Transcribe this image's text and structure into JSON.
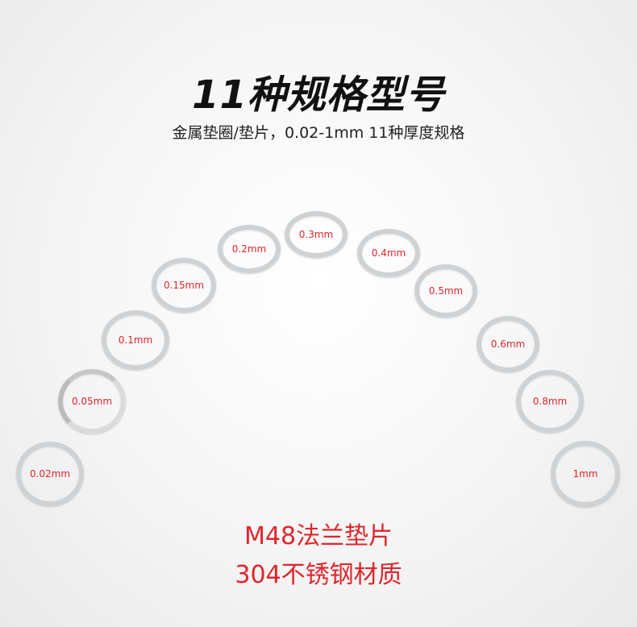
{
  "title": "11种规格型号",
  "subtitle": "金属垫圈/垫片，0.02-1mm 11种厚度规格",
  "washers": [
    {
      "label": "0.02mm"
    },
    {
      "label": "0.05mm"
    },
    {
      "label": "0.1mm"
    },
    {
      "label": "0.15mm"
    },
    {
      "label": "0.2mm"
    },
    {
      "label": "0.3mm"
    },
    {
      "label": "0.4mm"
    },
    {
      "label": "0.5mm"
    },
    {
      "label": "0.6mm"
    },
    {
      "label": "0.8mm"
    },
    {
      "label": "1mm"
    }
  ],
  "footer": {
    "line1": "M48法兰垫片",
    "line2": "304不锈钢材质"
  },
  "colors": {
    "label_red": "#e0262c",
    "washer_metal": "#cfd2d4"
  }
}
